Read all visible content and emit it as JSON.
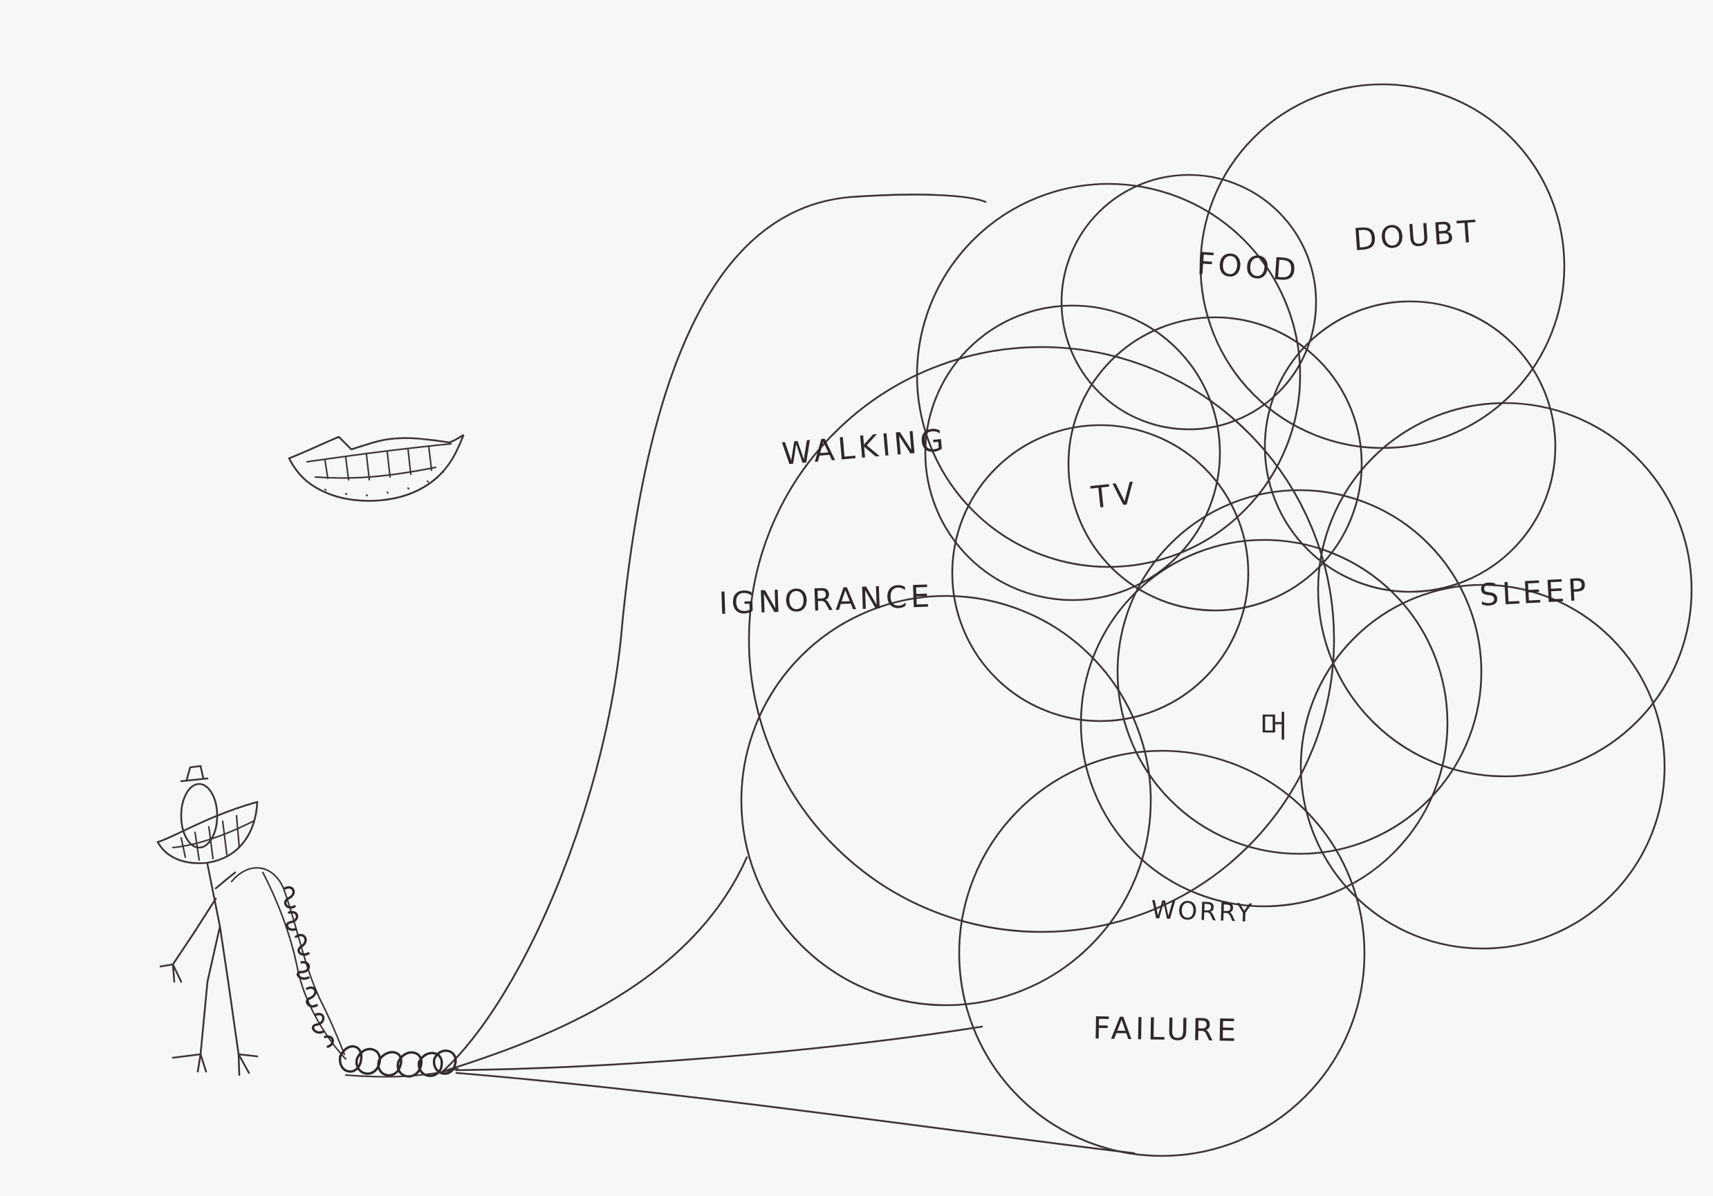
{
  "labels": {
    "food": "FOOD",
    "doubt": "DOUBT",
    "walking": "WALKING",
    "tv": "TV",
    "ignorance": "IGNORANCE",
    "sleep": "SLEEP",
    "hangul": "머",
    "worry": "WORRY",
    "failure": "FAILURE"
  },
  "ink_color": "#3c3434",
  "paper_color": "#f7f7f6"
}
